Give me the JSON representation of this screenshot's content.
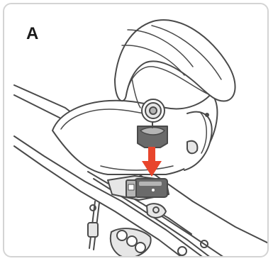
{
  "step": {
    "label": "A"
  },
  "colors": {
    "line": "#4a4a4a",
    "fill_light": "#e6e6e6",
    "fill_mid": "#b5b5b5",
    "fill_dark": "#6a6a6a",
    "arrow": "#e8452c",
    "border": "#d4d4d4"
  },
  "icons": {
    "arrow": "down-arrow-icon",
    "car_seat": "infant-car-seat",
    "stroller": "stroller-frame"
  }
}
